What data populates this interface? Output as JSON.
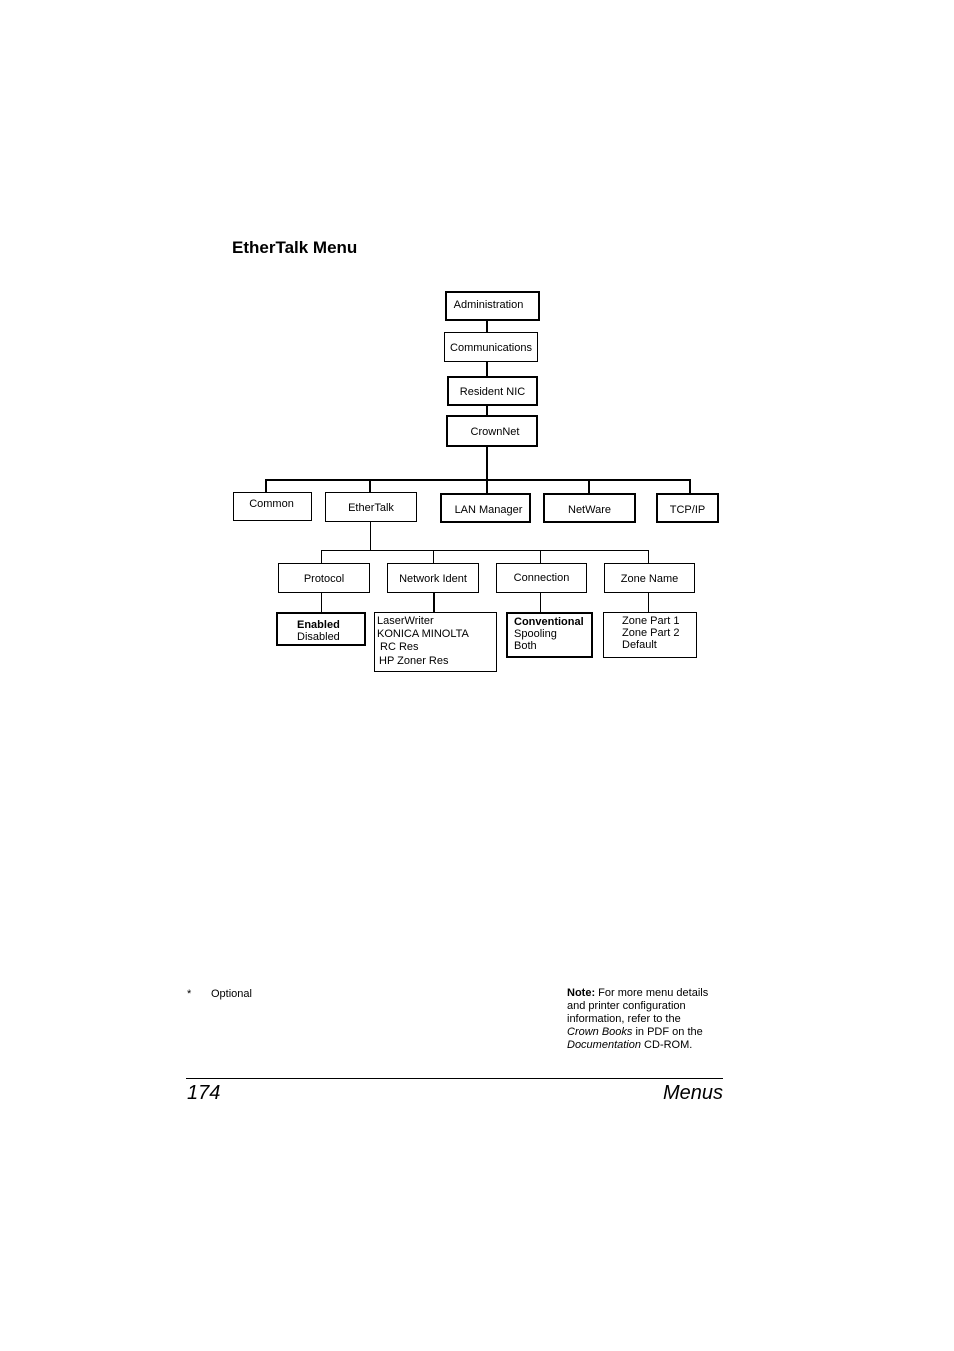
{
  "heading": "EtherTalk Menu",
  "chain": {
    "administration": "Administration",
    "communications": "Communications",
    "resident_nic": "Resident NIC",
    "crownnet": "CrownNet"
  },
  "level2": {
    "common": "Common",
    "ethertalk": "EtherTalk",
    "lan_manager": "LAN Manager",
    "netware": "NetWare",
    "tcpip": "TCP/IP"
  },
  "level3": {
    "protocol": "Protocol",
    "network_ident": "Network Ident",
    "connection": "Connection",
    "zone_name": "Zone Name"
  },
  "options": {
    "protocol": [
      "Enabled",
      "Disabled"
    ],
    "network_ident": [
      "LaserWriter",
      "KONICA MINOLTA",
      "RC Res",
      "HP Zoner Res"
    ],
    "connection": [
      "Conventional",
      "Spooling",
      "Both"
    ],
    "zone_name": [
      "Zone Part 1",
      "Zone Part 2",
      "Default"
    ]
  },
  "footnote": {
    "marker": "*",
    "text": "Optional"
  },
  "note": {
    "label": "Note:",
    "line1": " For more menu details",
    "line2": "and printer configuration",
    "line3": "information, refer to the",
    "crown_books": "Crown Books",
    "line4_rest": " in PDF on the",
    "documentation": "Documentation",
    "line5_rest": " CD-ROM."
  },
  "footer": {
    "page_number": "174",
    "section": "Menus"
  }
}
